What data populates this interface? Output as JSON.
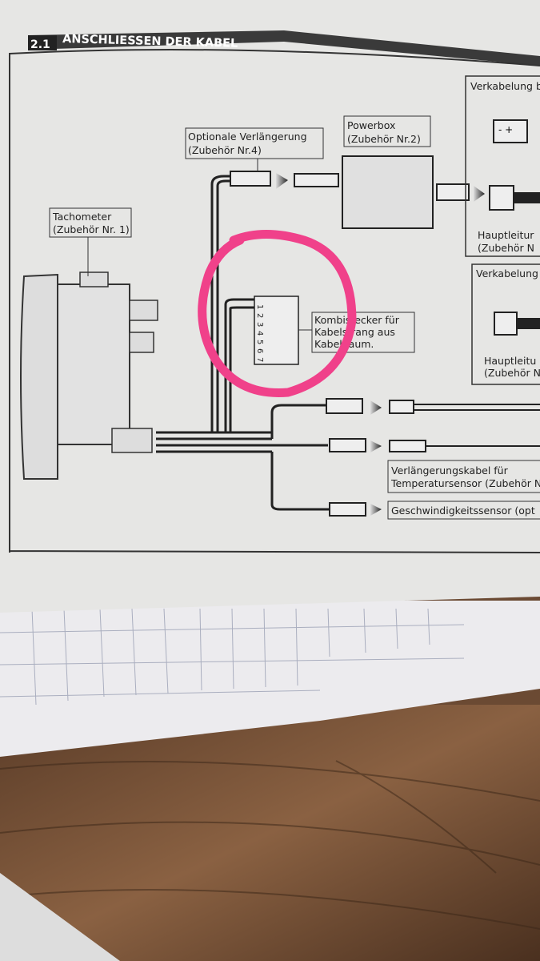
{
  "section": {
    "number": "2.1",
    "title": "ANSCHLIESSEN DER KABEL"
  },
  "labels": {
    "tachometer": [
      "Tachometer",
      "(Zubehör Nr. 1)"
    ],
    "extension": [
      "Optionale Verlängerung",
      "(Zubehör Nr.4)"
    ],
    "powerbox": [
      "Powerbox",
      "(Zubehör Nr.2)"
    ],
    "wiring_top": "Verkabelung b",
    "main_line_top": [
      "Hauptleitur",
      "(Zubehör N"
    ],
    "wiring_mid": "Verkabelung",
    "main_line_mid": [
      "Hauptleitu",
      "(Zubehör N"
    ],
    "combo_plug": [
      "Kombistecker für",
      "Kabelstrang aus",
      "Kabelbaum."
    ],
    "temp_ext": [
      "Verlängerungskabel für",
      "Temperatursensor (Zubehör N"
    ],
    "speed_sensor": "Geschwindigkeitssensor (opt"
  },
  "pins": [
    "1",
    "2",
    "3",
    "4",
    "5",
    "6",
    "7"
  ],
  "colors": {
    "annotation": "#f0418a",
    "page": "#e6e6e4",
    "header": "#3a3a3a"
  }
}
